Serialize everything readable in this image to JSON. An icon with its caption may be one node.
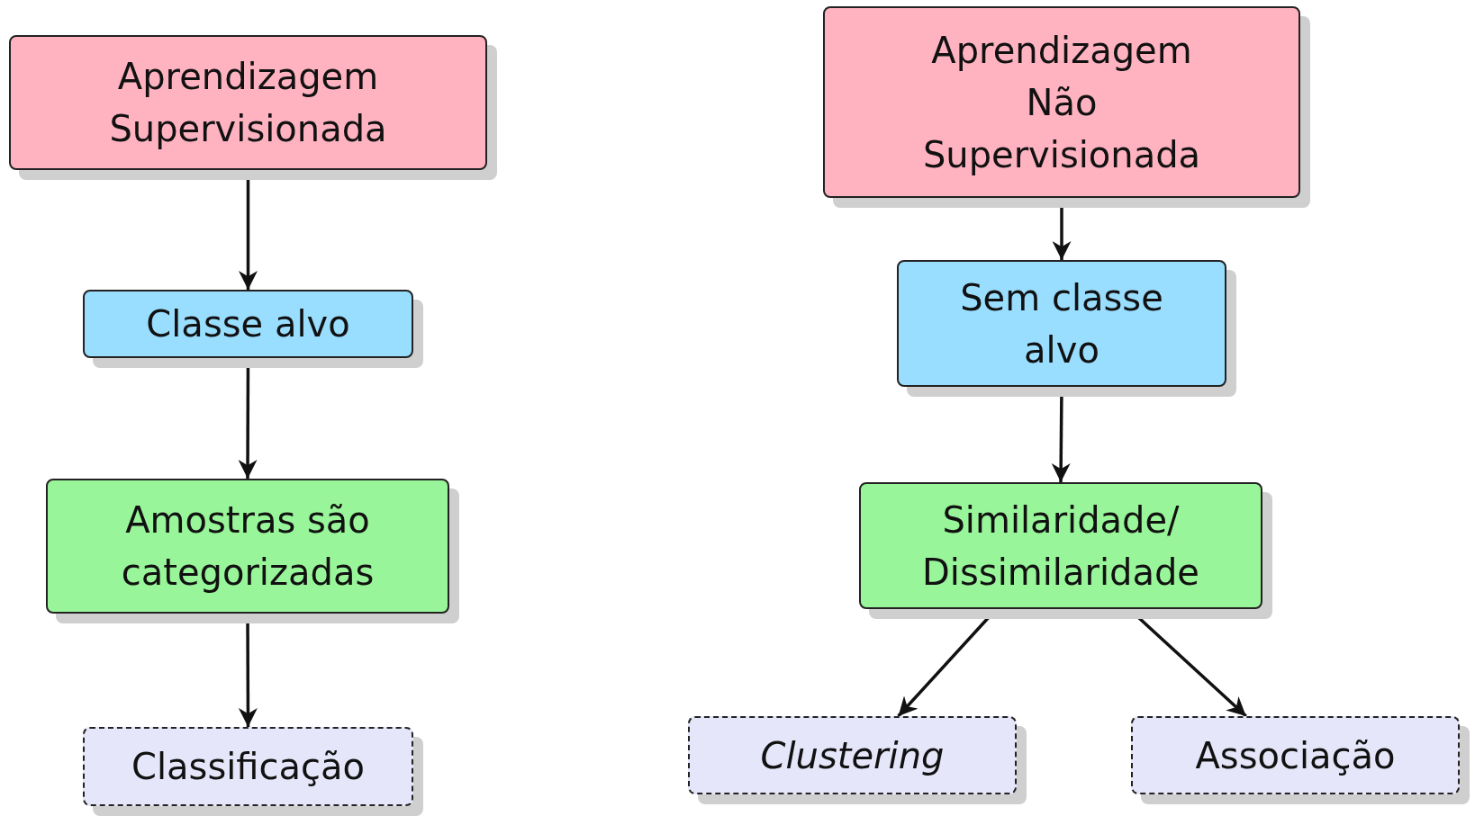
{
  "diagram": {
    "nodes": [
      {
        "text": [
          "Aprendizagem Supervisionada"
        ]
      },
      {
        "text": [
          "Classe alvo"
        ]
      },
      {
        "text": [
          "Amostras são categorizadas"
        ]
      },
      {
        "text": [
          "Classificação"
        ]
      },
      {
        "text": [
          "Aprendizagem Não Supervisionada"
        ]
      },
      {
        "text": [
          "Sem classe alvo"
        ]
      },
      {
        "text": [
          "Similaridade/ Dissimilaridade"
        ]
      },
      {
        "text": [
          "Clustering"
        ]
      },
      {
        "text": [
          "Associação"
        ]
      }
    ],
    "edges": [
      {
        "from": 0,
        "to": 1,
        "arrow": "to"
      },
      {
        "from": 1,
        "to": 2,
        "arrow": "to"
      },
      {
        "from": 2,
        "to": 3,
        "arrow": "to"
      },
      {
        "from": 4,
        "to": 5,
        "arrow": "to"
      },
      {
        "from": 5,
        "to": 6,
        "arrow": "to"
      },
      {
        "from": 6,
        "to": 7,
        "arrow": "to"
      },
      {
        "from": 6,
        "to": 8,
        "arrow": "to"
      }
    ]
  }
}
